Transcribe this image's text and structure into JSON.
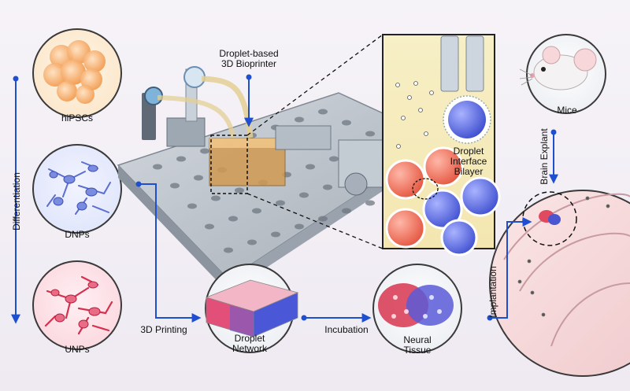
{
  "labels": {
    "differentiation": "Differentiation",
    "hipscs": "hiPSCs",
    "dnps": "DNPs",
    "unps": "UNPs",
    "printer_line1": "Droplet-based",
    "printer_line2": "3D Bioprinter",
    "droplet_line1": "Droplet",
    "droplet_line2": "Interface",
    "droplet_line3": "Bilayer",
    "mice": "Mice",
    "brain_explant": "Brain Explant",
    "implantation": "Implantation",
    "printing": "3D Printing",
    "network_line1": "Droplet",
    "network_line2": "Network",
    "incubation": "Incubation",
    "tissue_line1": "Neural",
    "tissue_line2": "Tissue"
  },
  "colors": {
    "arrow": "#1d4fd0",
    "hipsc": "#f0a05a",
    "dnp": "#6a7fd6",
    "unp": "#e0405e",
    "droplet_red": "#ec6a5a",
    "droplet_blue": "#5566dd",
    "platform": "#b9c0c8"
  }
}
